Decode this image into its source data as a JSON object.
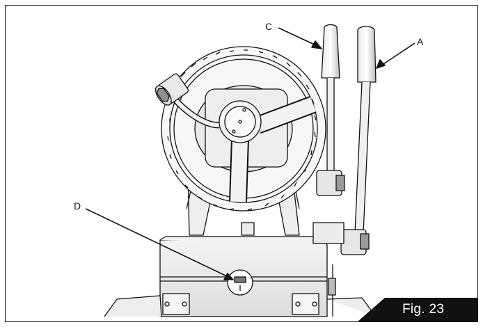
{
  "callouts": [
    {
      "id": "A",
      "label": "A"
    },
    {
      "id": "C",
      "label": "C"
    },
    {
      "id": "D",
      "label": "D"
    }
  ],
  "figure": {
    "caption": "Fig. 23",
    "tab_color": "#111111"
  },
  "colors": {
    "line": "#111111",
    "shade": "#9a9a9a",
    "light_shade": "#d9d9d9"
  }
}
